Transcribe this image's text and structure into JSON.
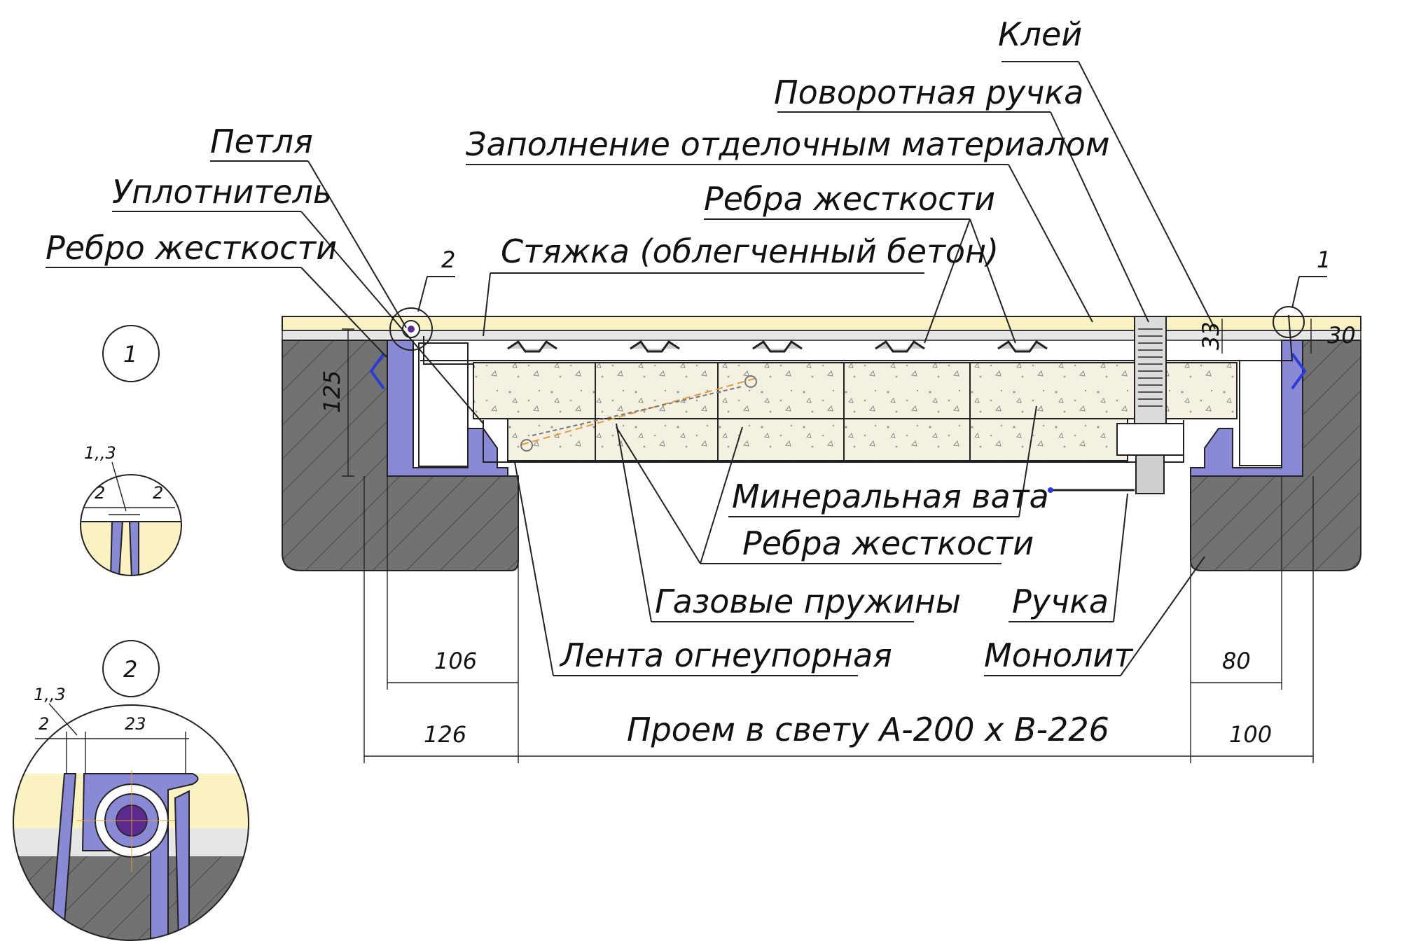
{
  "labels": {
    "glue": "Клей",
    "rotary_handle": "Поворотная ручка",
    "finish_fill": "Заполнение отделочным материалом",
    "stiffeners_top": "Ребра жесткости",
    "hinge": "Петля",
    "seal": "Уплотнитель",
    "stiffener_left": "Ребро жесткости",
    "screed": "Стяжка (облегченный бетон)",
    "mineral_wool": "Минеральная вата",
    "stiffeners_bottom": "Ребра жесткости",
    "gas_springs": "Газовые пружины",
    "handle": "Ручка",
    "fire_tape": "Лента огнеупорная",
    "monolith": "Монолит"
  },
  "callouts": {
    "detail_1": "1",
    "detail_2": "2",
    "circle_1": "1",
    "circle_2": "2"
  },
  "dimensions": {
    "d125": "125",
    "d33": "33",
    "d30": "30",
    "d106": "106",
    "d126": "126",
    "d80": "80",
    "d100": "100",
    "opening": "Проем в свету А-200 х В-226"
  },
  "detail_dims": {
    "d1_thk": "1,,3",
    "d1_left": "2",
    "d1_right": "2",
    "d2_thk": "1,,3",
    "d2_left": "2",
    "d2_width": "23"
  },
  "colors": {
    "concrete": "#707070",
    "finish": "#fbf2c4",
    "screed": "#e9e9e9",
    "wool": "#f4f1e2",
    "steel": "#8a89d6",
    "hinge_pin": "#5a2a8c",
    "gasket": "#2a3bd6",
    "spring": "#e09a3a"
  }
}
